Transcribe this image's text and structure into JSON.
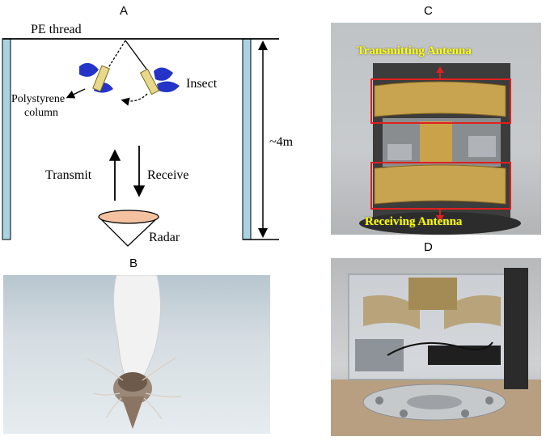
{
  "panels": {
    "a": "A",
    "b": "B",
    "c": "C",
    "d": "D"
  },
  "diagram_a": {
    "pe_thread": "PE thread",
    "insect": "Insect",
    "polystyrene_line1": "Polystyrene",
    "polystyrene_line2": "column",
    "transmit": "Transmit",
    "receive": "Receive",
    "radar": "Radar",
    "height": "~4m"
  },
  "photo_c": {
    "transmitting": "Transmitting Antenna",
    "receiving": "Receiving Antenna"
  },
  "colors": {
    "pole": "#a9d3e3",
    "insect_blue": "#2434c8",
    "radar_dish": "#f4c2a0",
    "highlight_box": "#e0201e",
    "antenna_label": "#ffff00"
  }
}
